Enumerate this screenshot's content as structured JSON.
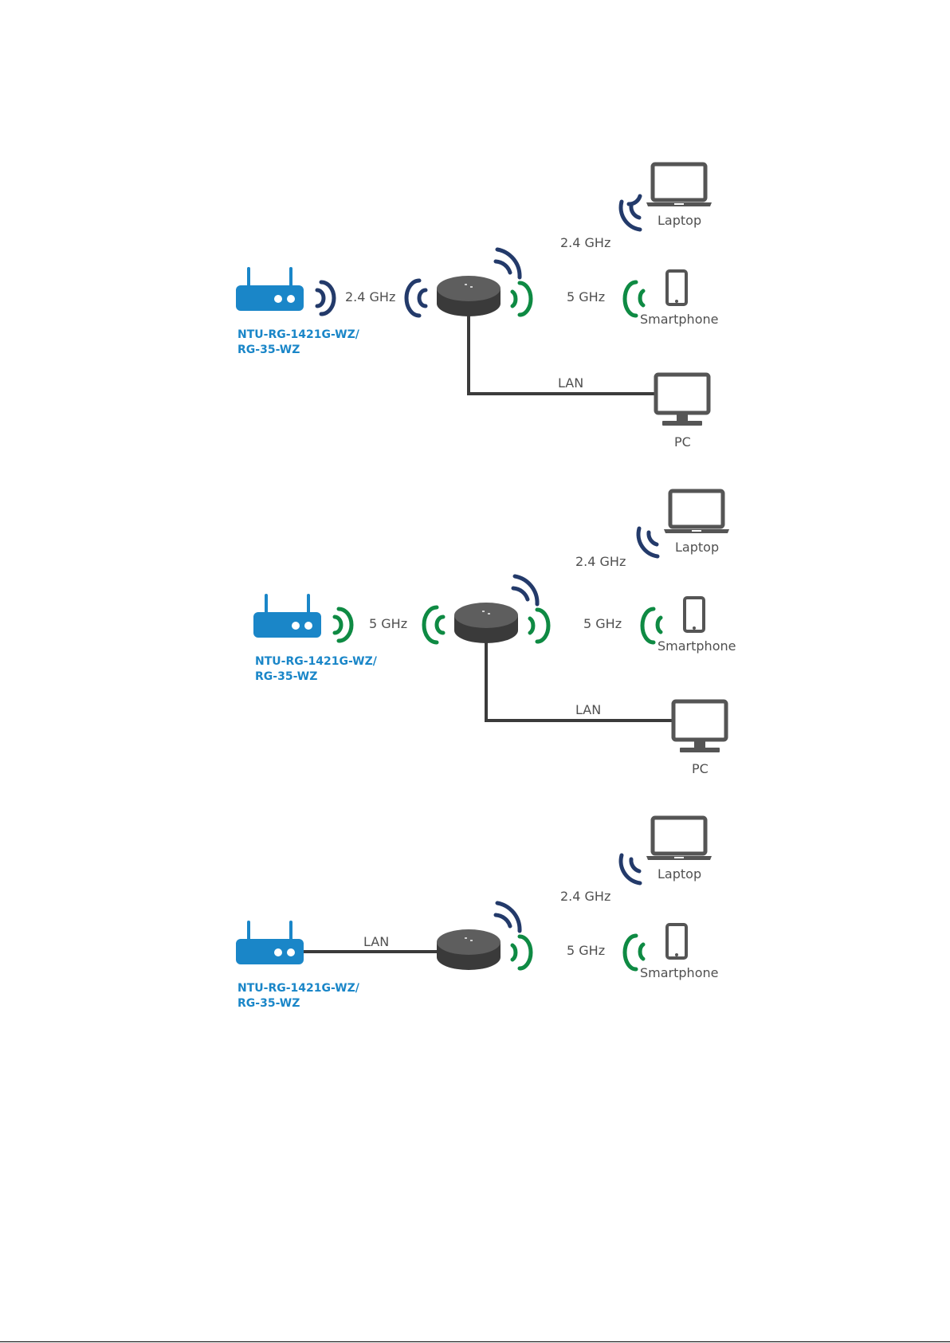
{
  "colors": {
    "router": "#1a86c8",
    "model_text": "#1a86c8",
    "wave_24": "#233a6a",
    "wave_5": "#0e8a43",
    "device": "#555555",
    "line": "#3b3b3b",
    "label": "#505050"
  },
  "icons": {
    "router": "router-icon",
    "extender": "wifi-extender-icon",
    "laptop": "laptop-icon",
    "smartphone": "smartphone-icon",
    "pc": "desktop-monitor-icon"
  },
  "diagrams": [
    {
      "uplink": "2.4 GHz",
      "uplink_band": "2.4",
      "model_line1": "NTU-RG-1421G-WZ/",
      "model_line2": "RG-35-WZ",
      "laptop_band": "2.4 GHz",
      "phone_band": "5 GHz",
      "laptop_label": "Laptop",
      "phone_label": "Smartphone",
      "lan_label": "LAN",
      "pc_label": "PC"
    },
    {
      "uplink": "5 GHz",
      "uplink_band": "5",
      "model_line1": "NTU-RG-1421G-WZ/",
      "model_line2": "RG-35-WZ",
      "laptop_band": "2.4 GHz",
      "phone_band": "5 GHz",
      "laptop_label": "Laptop",
      "phone_label": "Smartphone",
      "lan_label": "LAN",
      "pc_label": "PC"
    },
    {
      "uplink": "LAN",
      "uplink_band": "lan",
      "model_line1": "NTU-RG-1421G-WZ/",
      "model_line2": "RG-35-WZ",
      "laptop_band": "2.4 GHz",
      "phone_band": "5 GHz",
      "laptop_label": "Laptop",
      "phone_label": "Smartphone"
    }
  ]
}
